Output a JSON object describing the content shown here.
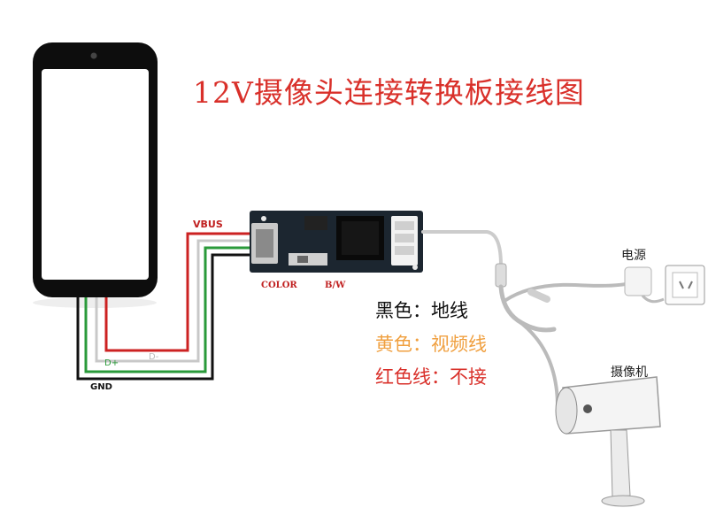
{
  "title": "12V摄像头连接转换板接线图",
  "board_labels": {
    "color": "COLOR",
    "bw": "B/W"
  },
  "wire_labels": {
    "vbus": "VBUS",
    "d_minus": "D-",
    "d_plus": "D+",
    "gnd": "GND"
  },
  "device_labels": {
    "power": "电源",
    "camera": "摄像机"
  },
  "legend": [
    {
      "text": "黑色：地线",
      "color": "#111111"
    },
    {
      "text": "黄色：视频线",
      "color": "#f0a040"
    },
    {
      "text": "红色线：不接",
      "color": "#d9302a"
    }
  ],
  "colors": {
    "wire_red": "#cc2222",
    "wire_white": "#c8c8c8",
    "wire_green": "#2a9a3a",
    "wire_black": "#111111",
    "board": "#1c2630"
  }
}
